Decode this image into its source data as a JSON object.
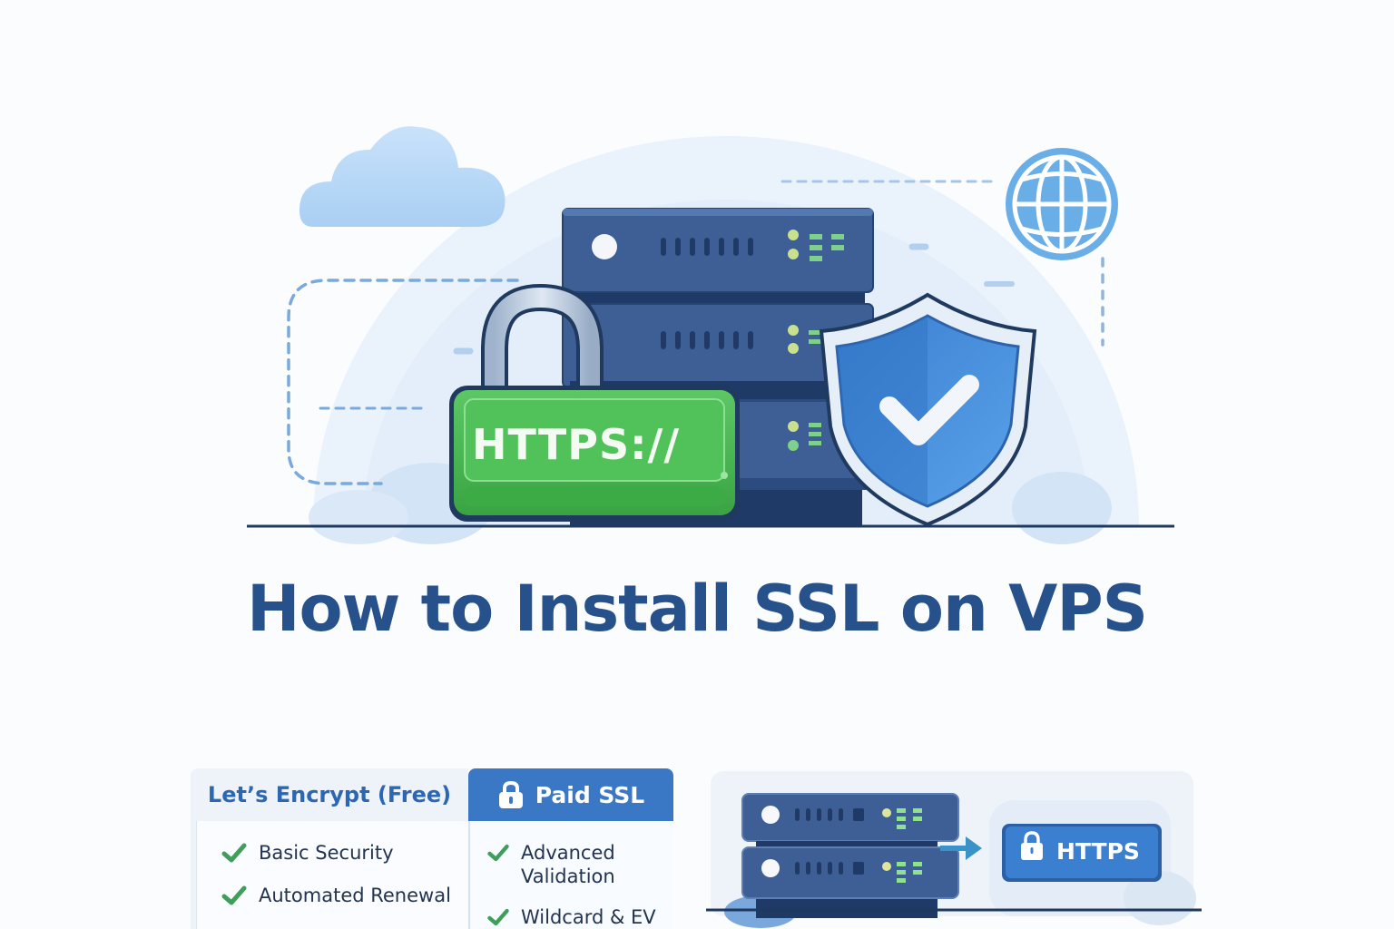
{
  "hero": {
    "lock_badge_text": "HTTPS://",
    "icons": [
      "cloud-icon",
      "globe-icon",
      "server-rack-icon",
      "padlock-icon",
      "shield-check-icon"
    ],
    "colors": {
      "server": "#3d5f96",
      "server_dark": "#1f3a66",
      "lock_green": "#4cbb55",
      "shield_blue": "#3d85d6",
      "globe_blue": "#6aaee8",
      "cloud": "#b8d8f6"
    }
  },
  "title": "How to Install SSL on VPS",
  "comparison": {
    "free": {
      "header": "Let’s Encrypt (Free)",
      "features": [
        "Basic Security",
        "Automated Renewal"
      ]
    },
    "paid": {
      "header": "Paid SSL",
      "header_icon": "padlock-icon",
      "features": [
        "Advanced\nValidation",
        "Wildcard & EV"
      ]
    },
    "colors": {
      "accent": "#3a78c6",
      "check": "#3f9e5a"
    }
  },
  "diagram": {
    "badge_text": "HTTPS",
    "badge_icon": "padlock-icon",
    "arrow_icon": "arrow-right-icon"
  }
}
